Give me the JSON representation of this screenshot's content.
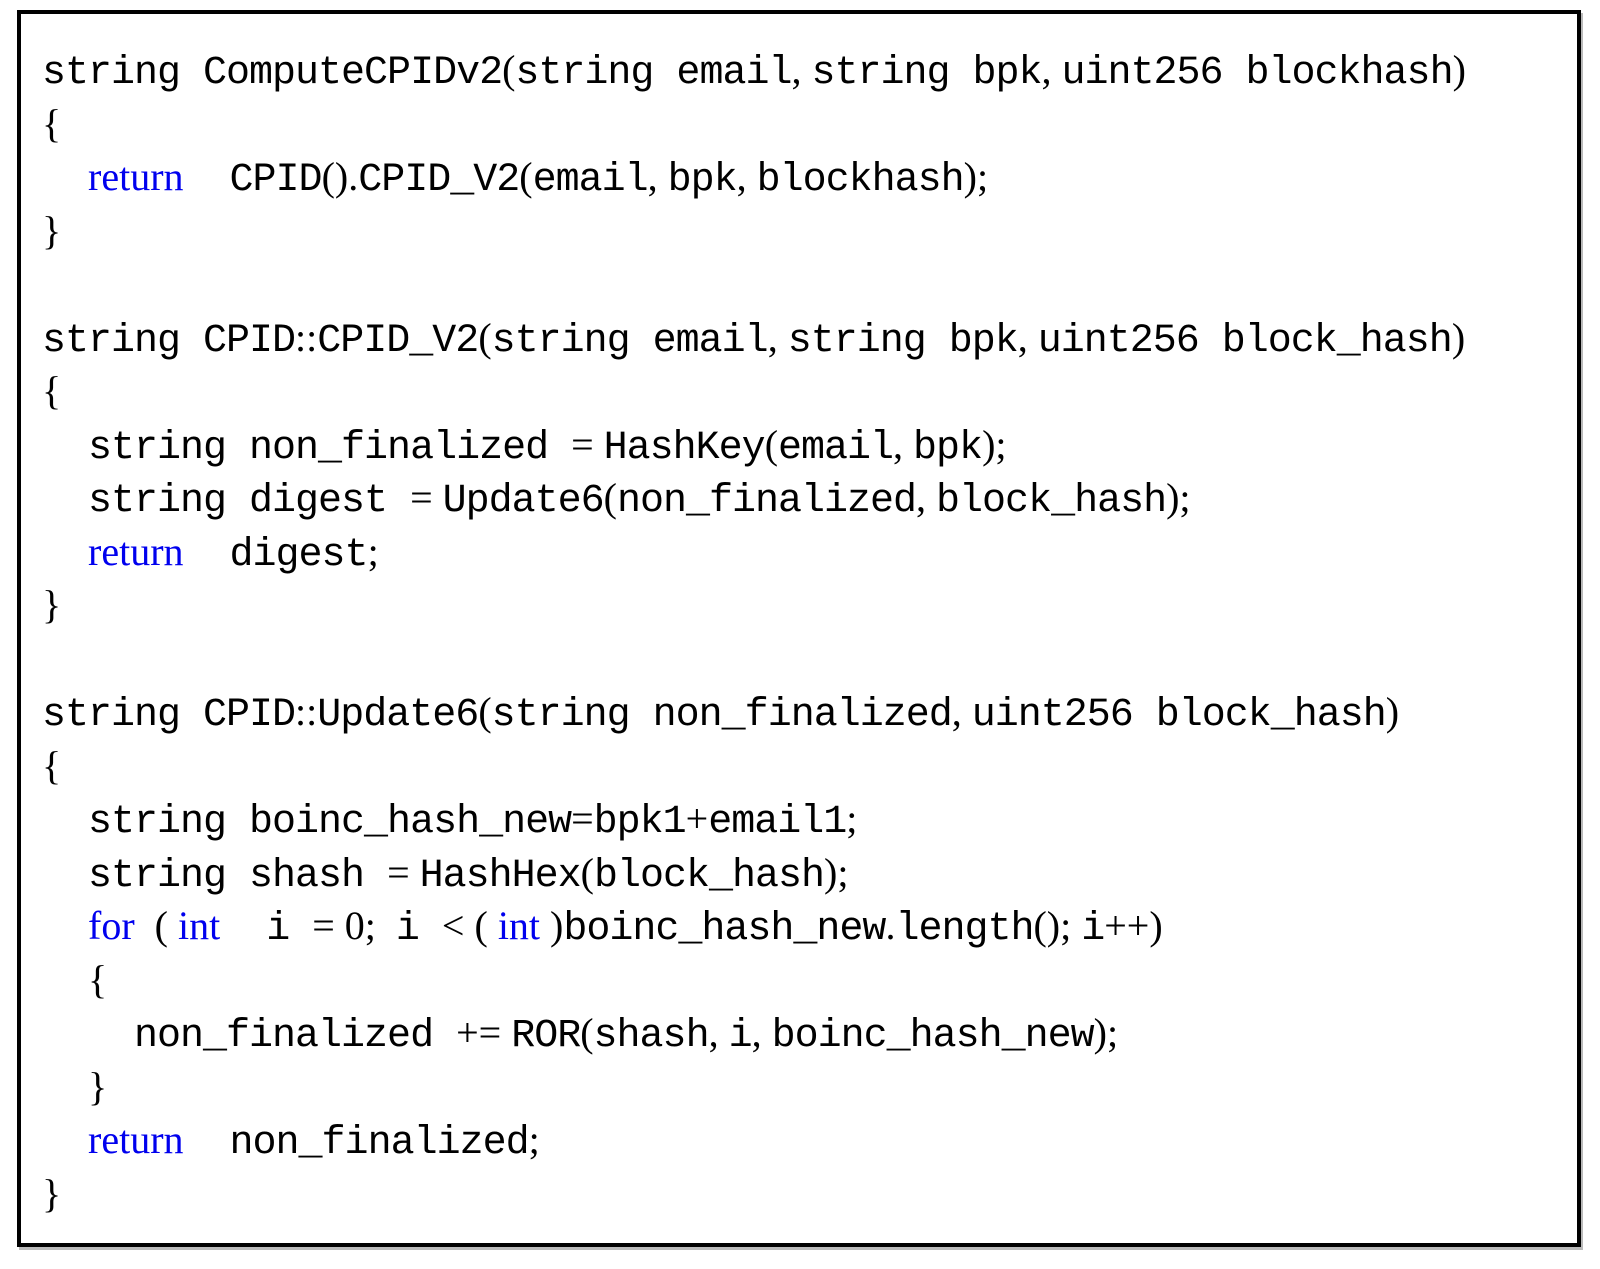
{
  "figure": {
    "background": "#ffffff",
    "border_color": "#000000",
    "code_color": "#000000",
    "keyword_color": "#0000ee",
    "keywords": [
      "return",
      "for",
      "int"
    ]
  },
  "code": {
    "lines": [
      {
        "tokens": [
          [
            "c",
            "string ComputeCPIDv2"
          ],
          [
            "s",
            "("
          ],
          [
            "c",
            "string email"
          ],
          [
            "s",
            ", "
          ],
          [
            "c",
            "string bpk"
          ],
          [
            "s",
            ", "
          ],
          [
            "c",
            "uint256 blockhash"
          ],
          [
            "s",
            ")"
          ]
        ]
      },
      {
        "tokens": [
          [
            "s",
            "{"
          ]
        ]
      },
      {
        "tokens": [
          [
            "c",
            "  "
          ],
          [
            "k",
            "return"
          ],
          [
            "c",
            "  CPID"
          ],
          [
            "s",
            "()."
          ],
          [
            "c",
            "CPID_V2"
          ],
          [
            "s",
            "("
          ],
          [
            "c",
            "email"
          ],
          [
            "s",
            ", "
          ],
          [
            "c",
            "bpk"
          ],
          [
            "s",
            ", "
          ],
          [
            "c",
            "blockhash"
          ],
          [
            "s",
            ");"
          ]
        ]
      },
      {
        "tokens": [
          [
            "s",
            "}"
          ]
        ]
      },
      {
        "tokens": []
      },
      {
        "tokens": [
          [
            "c",
            "string CPID"
          ],
          [
            "s",
            "::"
          ],
          [
            "c",
            "CPID_V2"
          ],
          [
            "s",
            "("
          ],
          [
            "c",
            "string email"
          ],
          [
            "s",
            ", "
          ],
          [
            "c",
            "string bpk"
          ],
          [
            "s",
            ", "
          ],
          [
            "c",
            "uint256 block_hash"
          ],
          [
            "s",
            ")"
          ]
        ]
      },
      {
        "tokens": [
          [
            "s",
            "{"
          ]
        ]
      },
      {
        "tokens": [
          [
            "c",
            "  string non_finalized "
          ],
          [
            "s",
            "= "
          ],
          [
            "c",
            "HashKey"
          ],
          [
            "s",
            "("
          ],
          [
            "c",
            "email"
          ],
          [
            "s",
            ", "
          ],
          [
            "c",
            "bpk"
          ],
          [
            "s",
            ");"
          ]
        ]
      },
      {
        "tokens": [
          [
            "c",
            "  string digest "
          ],
          [
            "s",
            "= "
          ],
          [
            "c",
            "Update6"
          ],
          [
            "s",
            "("
          ],
          [
            "c",
            "non_finalized"
          ],
          [
            "s",
            ", "
          ],
          [
            "c",
            "block_hash"
          ],
          [
            "s",
            ");"
          ]
        ]
      },
      {
        "tokens": [
          [
            "c",
            "  "
          ],
          [
            "k",
            "return"
          ],
          [
            "c",
            "  digest"
          ],
          [
            "s",
            ";"
          ]
        ]
      },
      {
        "tokens": [
          [
            "s",
            "}"
          ]
        ]
      },
      {
        "tokens": []
      },
      {
        "tokens": [
          [
            "c",
            "string CPID"
          ],
          [
            "s",
            "::"
          ],
          [
            "c",
            "Update6"
          ],
          [
            "s",
            "("
          ],
          [
            "c",
            "string non_finalized"
          ],
          [
            "s",
            ", "
          ],
          [
            "c",
            "uint256 block_hash"
          ],
          [
            "s",
            ")"
          ]
        ]
      },
      {
        "tokens": [
          [
            "s",
            "{"
          ]
        ]
      },
      {
        "tokens": [
          [
            "c",
            "  string boinc_hash_new"
          ],
          [
            "s",
            "="
          ],
          [
            "c",
            "bpk1"
          ],
          [
            "s",
            "+"
          ],
          [
            "c",
            "email1"
          ],
          [
            "s",
            ";"
          ]
        ]
      },
      {
        "tokens": [
          [
            "c",
            "  string shash "
          ],
          [
            "s",
            "= "
          ],
          [
            "c",
            "HashHex"
          ],
          [
            "s",
            "("
          ],
          [
            "c",
            "block_hash"
          ],
          [
            "s",
            ");"
          ]
        ]
      },
      {
        "tokens": [
          [
            "c",
            "  "
          ],
          [
            "k",
            "for"
          ],
          [
            "s",
            "  ( "
          ],
          [
            "k",
            "int"
          ],
          [
            "c",
            "  i "
          ],
          [
            "s",
            "= 0;  "
          ],
          [
            "c",
            "i "
          ],
          [
            "s",
            "< ( "
          ],
          [
            "k",
            "int"
          ],
          [
            "s",
            " )"
          ],
          [
            "c",
            "boinc_hash_new"
          ],
          [
            "s",
            "."
          ],
          [
            "c",
            "length"
          ],
          [
            "s",
            "(); "
          ],
          [
            "c",
            "i"
          ],
          [
            "s",
            "++)"
          ]
        ]
      },
      {
        "tokens": [
          [
            "c",
            "  "
          ],
          [
            "s",
            "{"
          ]
        ]
      },
      {
        "tokens": [
          [
            "c",
            "    non_finalized "
          ],
          [
            "s",
            "+= "
          ],
          [
            "c",
            "ROR"
          ],
          [
            "s",
            "("
          ],
          [
            "c",
            "shash"
          ],
          [
            "s",
            ", "
          ],
          [
            "c",
            "i"
          ],
          [
            "s",
            ", "
          ],
          [
            "c",
            "boinc_hash_new"
          ],
          [
            "s",
            ");"
          ]
        ]
      },
      {
        "tokens": [
          [
            "c",
            "  "
          ],
          [
            "s",
            "}"
          ]
        ]
      },
      {
        "tokens": [
          [
            "c",
            "  "
          ],
          [
            "k",
            "return"
          ],
          [
            "c",
            "  non_finalized"
          ],
          [
            "s",
            ";"
          ]
        ]
      },
      {
        "tokens": [
          [
            "s",
            "}"
          ]
        ]
      }
    ]
  }
}
